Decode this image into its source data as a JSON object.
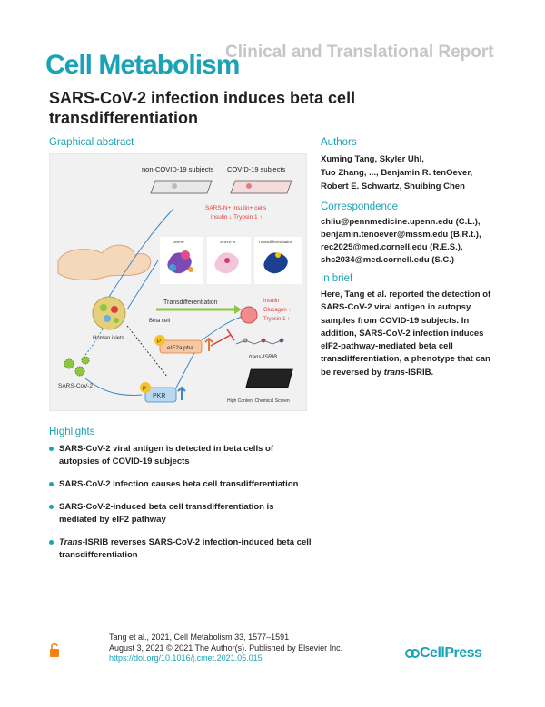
{
  "header": {
    "journal": "Cell Metabolism",
    "report_type": "Clinical and Translational Report"
  },
  "title": "SARS-CoV-2 infection induces beta cell transdifferentiation",
  "graphical_abstract": {
    "heading": "Graphical abstract",
    "labels": {
      "non_covid": "non-COVID-19 subjects",
      "covid": "COVID-19 subjects",
      "cells_line1": "SARS-N+ insulin+ cells",
      "cells_line2": "insulin ↓ Trypsin 1 ↑",
      "panel1": "UMAP",
      "panel2": "SARS-N",
      "panel3": "Transdifferentiation",
      "transdiff": "Transdifferentiation",
      "beta_cell": "Beta cell",
      "human_islets": "Human islets",
      "sars_cov_2": "SARS-CoV-2",
      "insulin": "Insulin ↓",
      "glucagon": "Glucagon ↑",
      "trypsin": "Trypsin 1 ↑",
      "eif2": "eIF2alpha",
      "pkr": "PKR",
      "p": "P",
      "trans_isrib": "trans-ISRIB",
      "screen": "High Content Chemical Screen"
    },
    "colors": {
      "background": "#f2f2f2",
      "accent": "#1aa3b5",
      "red": "#e03a3e",
      "green": "#8dc63f",
      "orange": "#f7a25a",
      "yellow": "#f6c22b"
    }
  },
  "authors": {
    "heading": "Authors",
    "lines": [
      "Xuming Tang, Skyler Uhl,",
      "Tuo Zhang, ..., Benjamin R. tenOever,",
      "Robert E. Schwartz, Shuibing Chen"
    ]
  },
  "correspondence": {
    "heading": "Correspondence",
    "lines": [
      "chliu@pennmedicine.upenn.edu (C.L.),",
      "benjamin.tenoever@mssm.edu (B.R.t.),",
      "rec2025@med.cornell.edu (R.E.S.),",
      "shc2034@med.cornell.edu (S.C.)"
    ]
  },
  "in_brief": {
    "heading": "In brief",
    "text_main": "Here, Tang et al. reported the detection of SARS-CoV-2 viral antigen in autopsy samples from COVID-19 subjects. In addition, SARS-CoV-2 infection induces eIF2-pathway-mediated beta cell transdifferentiation, a phenotype that can be reversed by ",
    "text_italic": "trans",
    "text_end": "-ISRIB."
  },
  "highlights": {
    "heading": "Highlights",
    "items": [
      {
        "text": "SARS-CoV-2 viral antigen is detected in beta cells of autopsies of COVID-19 subjects"
      },
      {
        "text": "SARS-CoV-2 infection causes beta cell transdifferentiation"
      },
      {
        "text": "SARS-CoV-2-induced beta cell transdifferentiation is mediated by eIF2 pathway"
      },
      {
        "italic": "Trans",
        "text": "-ISRIB reverses SARS-CoV-2 infection-induced beta cell transdifferentiation"
      }
    ]
  },
  "footer": {
    "citation": "Tang et al., 2021, Cell Metabolism 33, 1577–1591",
    "date_license": "August 3, 2021 © 2021 The Author(s). Published by Elsevier Inc.",
    "doi": "https://doi.org/10.1016/j.cmet.2021.05.015",
    "publisher": "CellPress"
  }
}
